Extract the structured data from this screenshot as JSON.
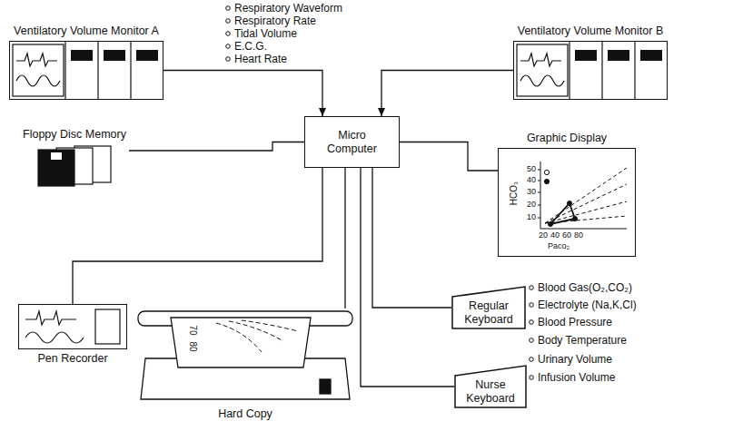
{
  "diagram": {
    "nodes": [
      {
        "text": [
          "Ventilatory Volume Monitor A"
        ]
      },
      {
        "text": [
          "Ventilatory Volume Monitor B"
        ]
      },
      {
        "text": [
          "Floppy Disc Memory"
        ]
      },
      {
        "text": [
          "Micro Computer"
        ]
      },
      {
        "text": [
          "Graphic Display"
        ]
      },
      {
        "text": [
          "Pen Recorder"
        ]
      },
      {
        "text": [
          "Hard Copy"
        ]
      },
      {
        "text": [
          "Regular Keyboard"
        ]
      },
      {
        "text": [
          "Nurse Keyboard"
        ]
      }
    ],
    "edges": [
      {
        "from": 0,
        "to": 3,
        "arrow": "to"
      },
      {
        "from": 1,
        "to": 3,
        "arrow": "to"
      },
      {
        "from": 2,
        "to": 3,
        "arrow": "none"
      },
      {
        "from": 3,
        "to": 4,
        "arrow": "none"
      },
      {
        "from": 3,
        "to": 5,
        "arrow": "none"
      },
      {
        "from": 3,
        "to": 6,
        "arrow": "none"
      },
      {
        "from": 3,
        "to": 7,
        "arrow": "none"
      },
      {
        "from": 3,
        "to": 8,
        "arrow": "none"
      }
    ],
    "labels": [
      "Respiratory Waveform",
      "Respiratory Rate",
      "Tidal Volume",
      "E.C.G.",
      "Heart Rate",
      "Blood Gas(O₂,CO₂)",
      "Electrolyte (Na,K,Cl)",
      "Blood Pressure",
      "Body Temperature",
      "Urinary Volume",
      "Infusion Volume",
      "HCO₃",
      "50",
      "40",
      "30",
      "20",
      "10",
      "20",
      "40",
      "60",
      "80",
      "Paco₂",
      "70",
      "80"
    ]
  }
}
